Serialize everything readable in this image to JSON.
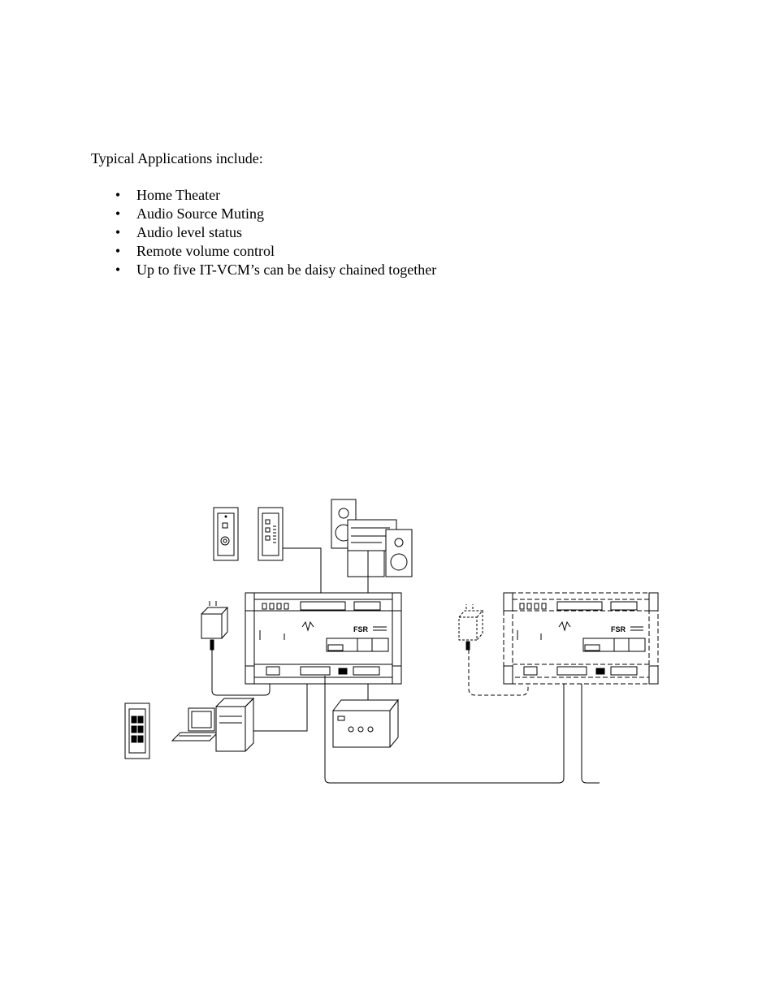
{
  "intro": "Typical Applications include:",
  "bullet_glyph": "•",
  "applications": [
    "Home Theater",
    "Audio Source Muting",
    "Audio level status",
    "Remote volume control",
    "Up to five IT-VCM’s can be daisy chained together"
  ],
  "diagram": {
    "brand_mark": "FSR"
  }
}
